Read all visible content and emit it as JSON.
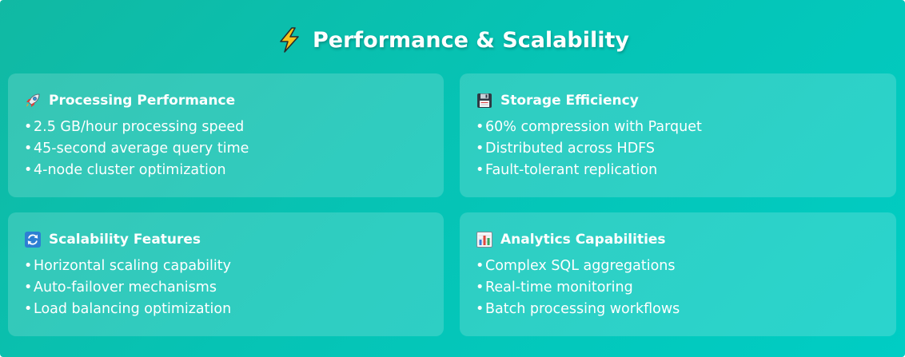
{
  "title": "Performance & Scalability",
  "title_icon": "lightning-bolt-icon",
  "colors": {
    "gradient_start": "#11b9a3",
    "gradient_end": "#00cdc4",
    "text": "#ffffff"
  },
  "cards": [
    {
      "icon": "rocket-icon",
      "heading": "Processing Performance",
      "items": [
        "2.5 GB/hour processing speed",
        "45-second average query time",
        "4-node cluster optimization"
      ]
    },
    {
      "icon": "floppy-disk-icon",
      "heading": "Storage Efficiency",
      "items": [
        "60% compression with Parquet",
        "Distributed across HDFS",
        "Fault-tolerant replication"
      ]
    },
    {
      "icon": "refresh-arrows-icon",
      "heading": "Scalability Features",
      "items": [
        "Horizontal scaling capability",
        "Auto-failover mechanisms",
        "Load balancing optimization"
      ]
    },
    {
      "icon": "bar-chart-icon",
      "heading": "Analytics Capabilities",
      "items": [
        "Complex SQL aggregations",
        "Real-time monitoring",
        "Batch processing workflows"
      ]
    }
  ],
  "bullet": "•"
}
